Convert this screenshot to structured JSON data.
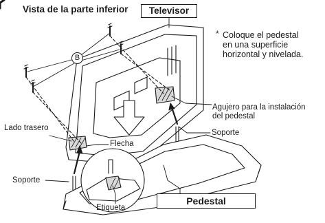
{
  "header": {
    "title": "Vista de la parte inferior"
  },
  "labels": {
    "televisor": "Televisor",
    "pedestal": "Pedestal",
    "screw_marker": "B",
    "lado_trasero": "Lado trasero",
    "flecha": "Flecha",
    "agujero_line1": "Agujero para la instalación",
    "agujero_line2": "del pedestal",
    "soporte_right": "Soporte",
    "soporte_left": "Soporte",
    "etiqueta": "Etiqueta"
  },
  "note": {
    "star": "*",
    "lines": [
      "Coloque el pedestal",
      "en una superficie",
      "horizontal y nivelada."
    ]
  },
  "colors": {
    "line": "#1a1a1a",
    "fill": "#ffffff",
    "shade": "#d9d9d9"
  }
}
